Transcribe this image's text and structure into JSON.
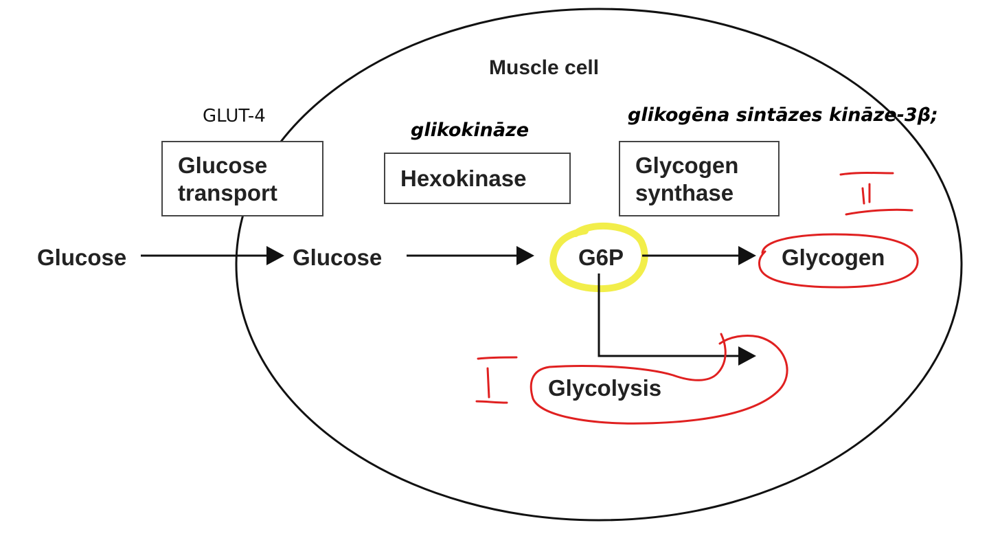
{
  "title": "Muscle cell",
  "transporter": "GLUT-4",
  "enzyme_labels": {
    "hexokinase_lv": "glikokināze",
    "gsk3b_lv": "glikogēna sintāzes kināze-3β;"
  },
  "boxes": {
    "transport": [
      "Glucose",
      "transport"
    ],
    "hexokinase": "Hexokinase",
    "glycogen_synthase": [
      "Glycogen",
      "synthase"
    ]
  },
  "nodes": {
    "glucose_outside": "Glucose",
    "glucose_inside": "Glucose",
    "g6p": "G6P",
    "glycogen": "Glycogen",
    "glycolysis": "Glycolysis"
  },
  "annotations": {
    "roman_one": "I",
    "roman_two": "II"
  },
  "colors": {
    "highlight": "#f2ee4a",
    "annotation": "#e02020",
    "arrow": "#111111",
    "cell": "#111111"
  }
}
